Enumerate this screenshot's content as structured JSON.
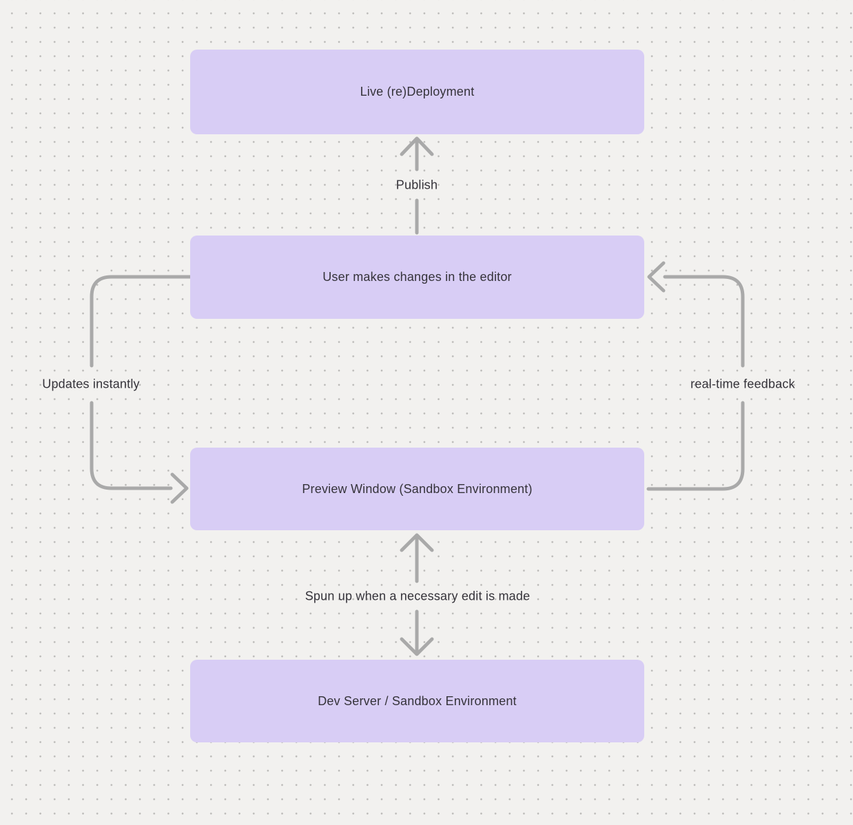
{
  "diagram": {
    "nodes": [
      {
        "id": "live-redeployment",
        "label": "Live (re)Deployment"
      },
      {
        "id": "user-changes",
        "label": "User makes changes in the editor"
      },
      {
        "id": "preview-window",
        "label": "Preview Window (Sandbox Environment)"
      },
      {
        "id": "dev-server",
        "label": "Dev Server / Sandbox Environment"
      }
    ],
    "edges": [
      {
        "id": "publish",
        "label": "Publish",
        "from": "user-changes",
        "to": "live-redeployment",
        "bidirectional": false
      },
      {
        "id": "updates-instantly",
        "label": "Updates instantly",
        "from": "user-changes",
        "to": "preview-window",
        "bidirectional": false
      },
      {
        "id": "real-time-feedback",
        "label": "real-time feedback",
        "from": "preview-window",
        "to": "user-changes",
        "bidirectional": false
      },
      {
        "id": "spun-up",
        "label": "Spun up when a necessary edit is made",
        "from": "preview-window",
        "to": "dev-server",
        "bidirectional": true
      }
    ],
    "colors": {
      "canvas_bg": "#f2f1ef",
      "dot_color": "#b9b8b6",
      "node_fill": "#d8cdf5",
      "arrow": "#a9a9a9",
      "text": "#35333a"
    }
  }
}
